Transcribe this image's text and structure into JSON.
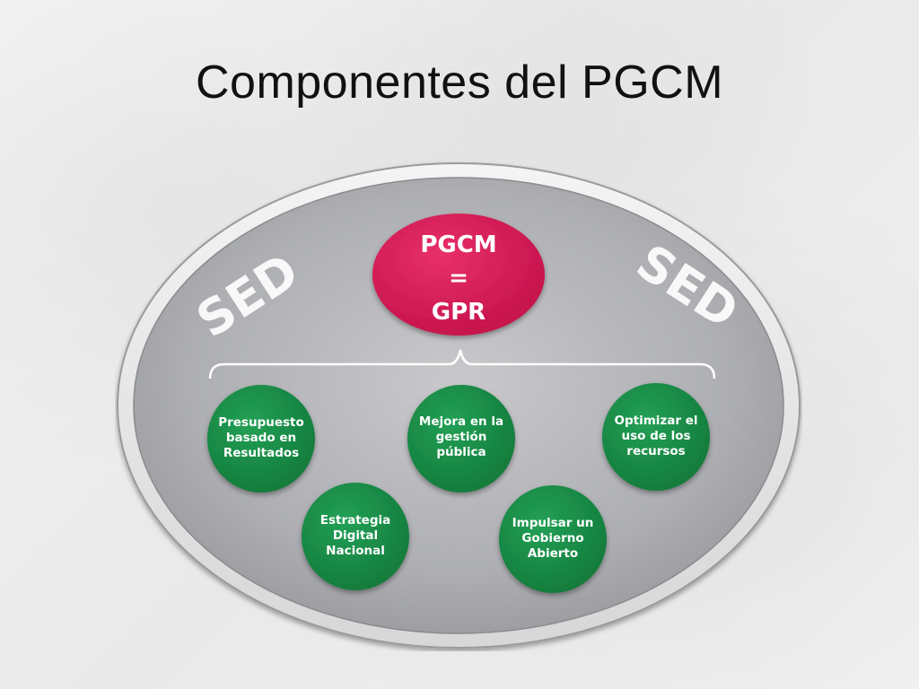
{
  "slide": {
    "title": "Componentes del PGCM"
  },
  "diagram": {
    "side_labels": {
      "left": "SED",
      "right": "SED"
    },
    "top_node": {
      "lines": [
        "PGCM",
        "=",
        "GPR"
      ],
      "color": "#d91a55"
    },
    "component_color": "#1a8a45",
    "components": [
      {
        "id": "presupuesto",
        "lines": [
          "Presupuesto",
          "basado en",
          "Resultados"
        ]
      },
      {
        "id": "mejora",
        "lines": [
          "Mejora en la",
          "gestión",
          "pública"
        ]
      },
      {
        "id": "optimizar",
        "lines": [
          "Optimizar el",
          "uso de los",
          "recursos"
        ]
      },
      {
        "id": "estrategia",
        "lines": [
          "Estrategia",
          "Digital",
          "Nacional"
        ]
      },
      {
        "id": "impulsar",
        "lines": [
          "Impulsar un",
          "Gobierno",
          "Abierto"
        ]
      }
    ]
  }
}
